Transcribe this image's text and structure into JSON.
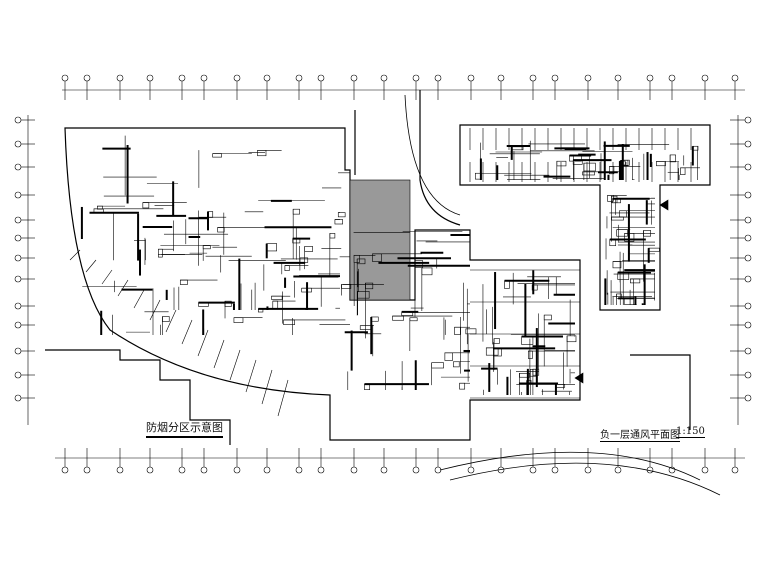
{
  "drawing": {
    "plan_title": "负一层通风平面图",
    "plan_scale": "1:150",
    "inset_title": "防烟分区示意图"
  },
  "colors": {
    "line": "#000000",
    "background": "#ffffff",
    "hatch": "#555555"
  }
}
